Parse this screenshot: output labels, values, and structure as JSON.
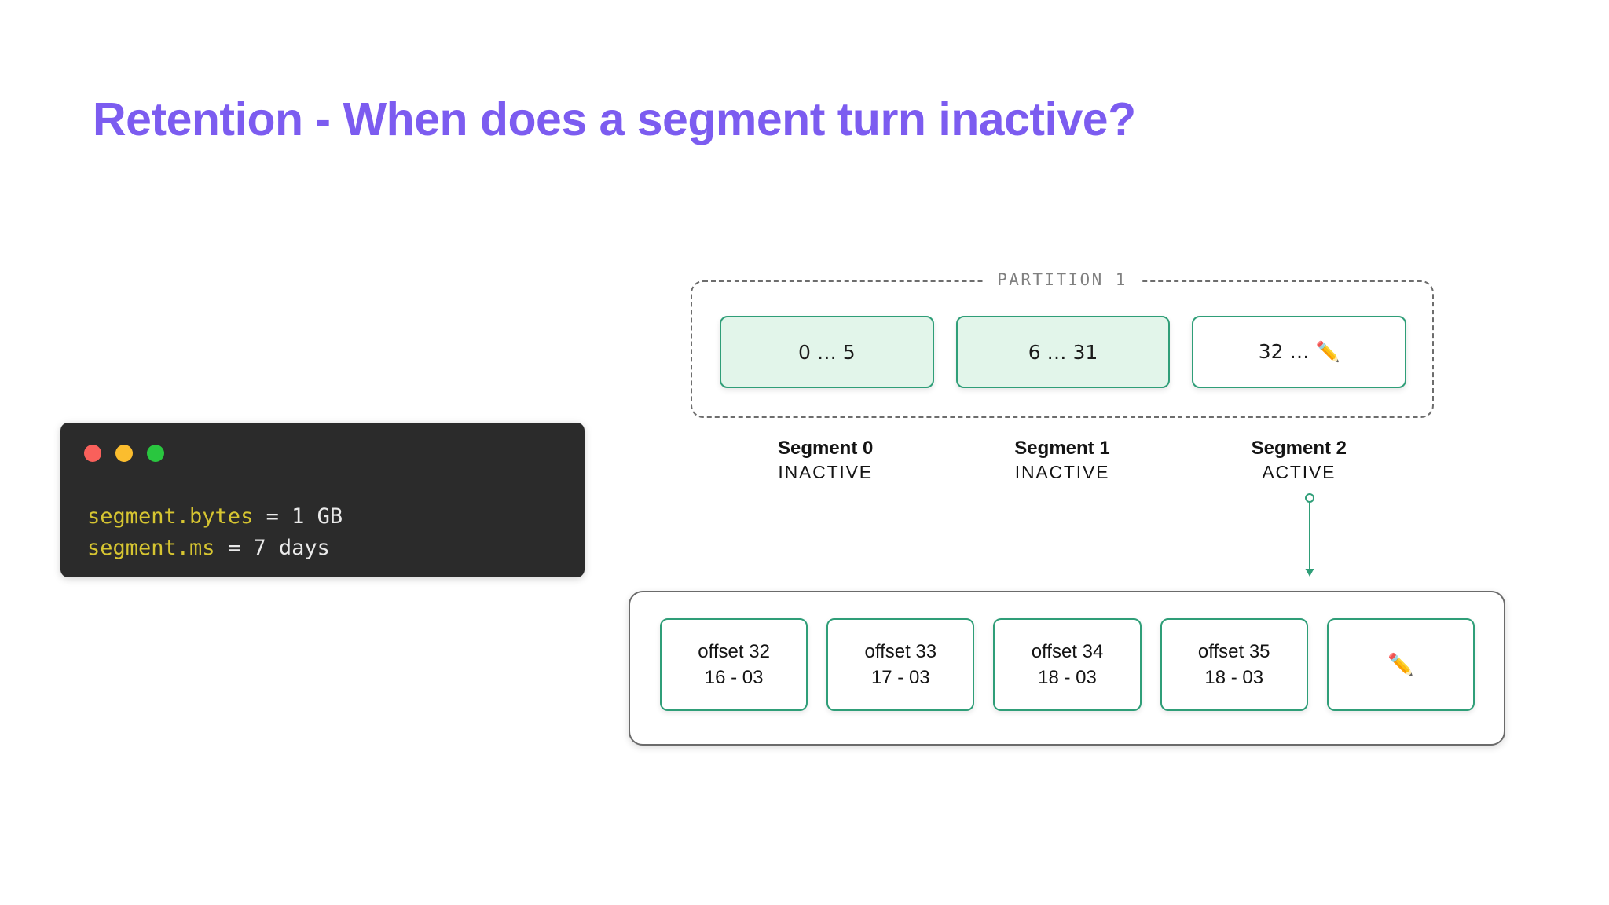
{
  "slide": {
    "title": "Retention - When does a segment turn inactive?",
    "title_color": "#7c5cf0",
    "background": "#ffffff"
  },
  "terminal": {
    "background": "#2b2b2b",
    "traffic_lights": [
      {
        "name": "close",
        "color": "#f9605b"
      },
      {
        "name": "minimize",
        "color": "#fbbd2e"
      },
      {
        "name": "maximize",
        "color": "#29c63f"
      }
    ],
    "key_color": "#d6c531",
    "value_color": "#eaeaea",
    "lines": [
      {
        "key": "segment.bytes",
        "value": " = 1 GB"
      },
      {
        "key": "segment.ms",
        "value": " = 7 days"
      }
    ]
  },
  "partition": {
    "label": "PARTITION 1",
    "label_color": "#808080",
    "border_color": "#6d6d6d",
    "segments": [
      {
        "range": "0 … 5",
        "filled": true,
        "name": "Segment 0",
        "state": "INACTIVE"
      },
      {
        "range": "6 … 31",
        "filled": true,
        "name": "Segment 1",
        "state": "INACTIVE"
      },
      {
        "range": "32 … ✏️",
        "filled": false,
        "name": "Segment 2",
        "state": "ACTIVE"
      }
    ],
    "segment_border_color": "#2f9e78",
    "segment_fill_color": "#e2f5ea"
  },
  "connector": {
    "color": "#2f9e78",
    "from": "Segment 2",
    "to": "active-segment-offsets"
  },
  "active_segment": {
    "border_color": "#6b6b6b",
    "offsets": [
      {
        "id": "offset 32",
        "date": "16 - 03"
      },
      {
        "id": "offset 33",
        "date": "17 - 03"
      },
      {
        "id": "offset 34",
        "date": "18 - 03"
      },
      {
        "id": "offset 35",
        "date": "18 - 03"
      },
      {
        "id": "",
        "date": "",
        "pencil": "✏️"
      }
    ],
    "offset_border_color": "#2f9e78"
  }
}
